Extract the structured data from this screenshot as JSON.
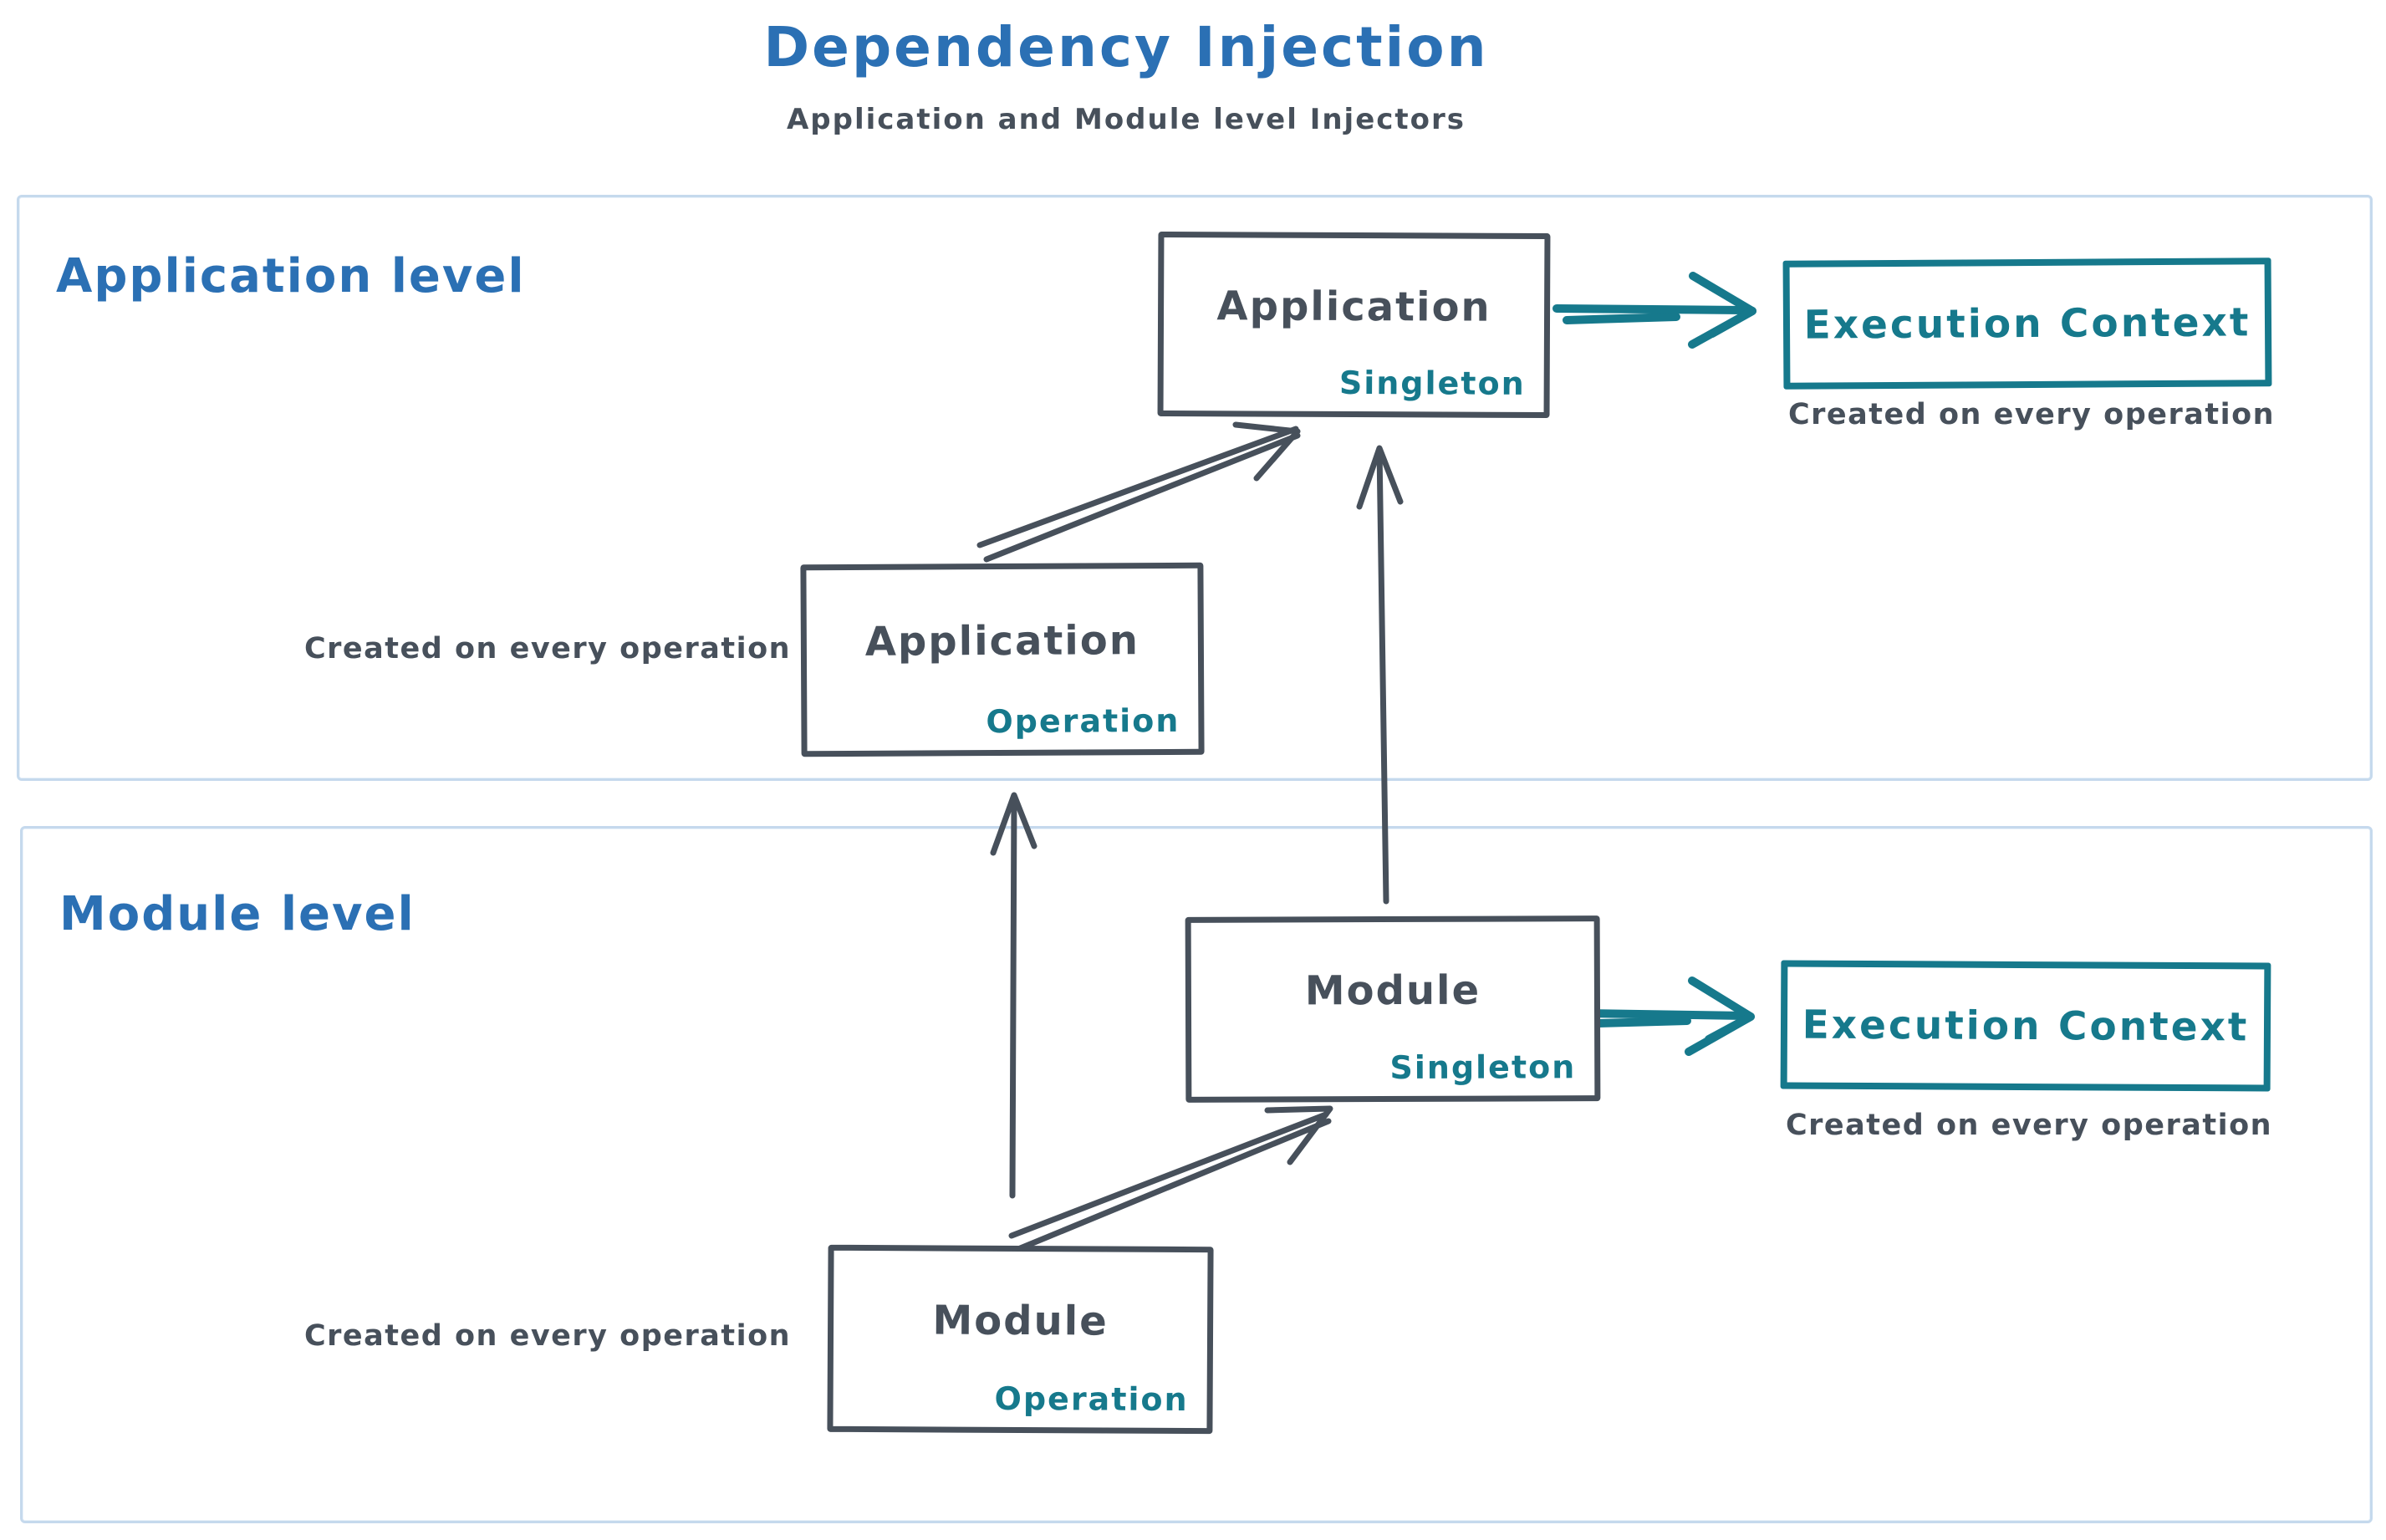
{
  "header": {
    "title": "Dependency Injection",
    "subtitle": "Application and Module level Injectors"
  },
  "colors": {
    "accent-blue": "#2b70b4",
    "slate": "#47505b",
    "teal": "#16798c",
    "section-border": "#c5d9ed"
  },
  "application": {
    "label": "Application level",
    "singleton": {
      "title": "Application",
      "scope": "Singleton"
    },
    "operation": {
      "title": "Application",
      "scope": "Operation"
    },
    "operation_caption": "Created on every operation",
    "execution_context": {
      "label": "Execution Context",
      "caption": "Created on every operation"
    }
  },
  "module": {
    "label": "Module level",
    "singleton": {
      "title": "Module",
      "scope": "Singleton"
    },
    "operation": {
      "title": "Module",
      "scope": "Operation"
    },
    "operation_caption": "Created on every operation",
    "execution_context": {
      "label": "Execution Context",
      "caption": "Created on every operation"
    }
  }
}
